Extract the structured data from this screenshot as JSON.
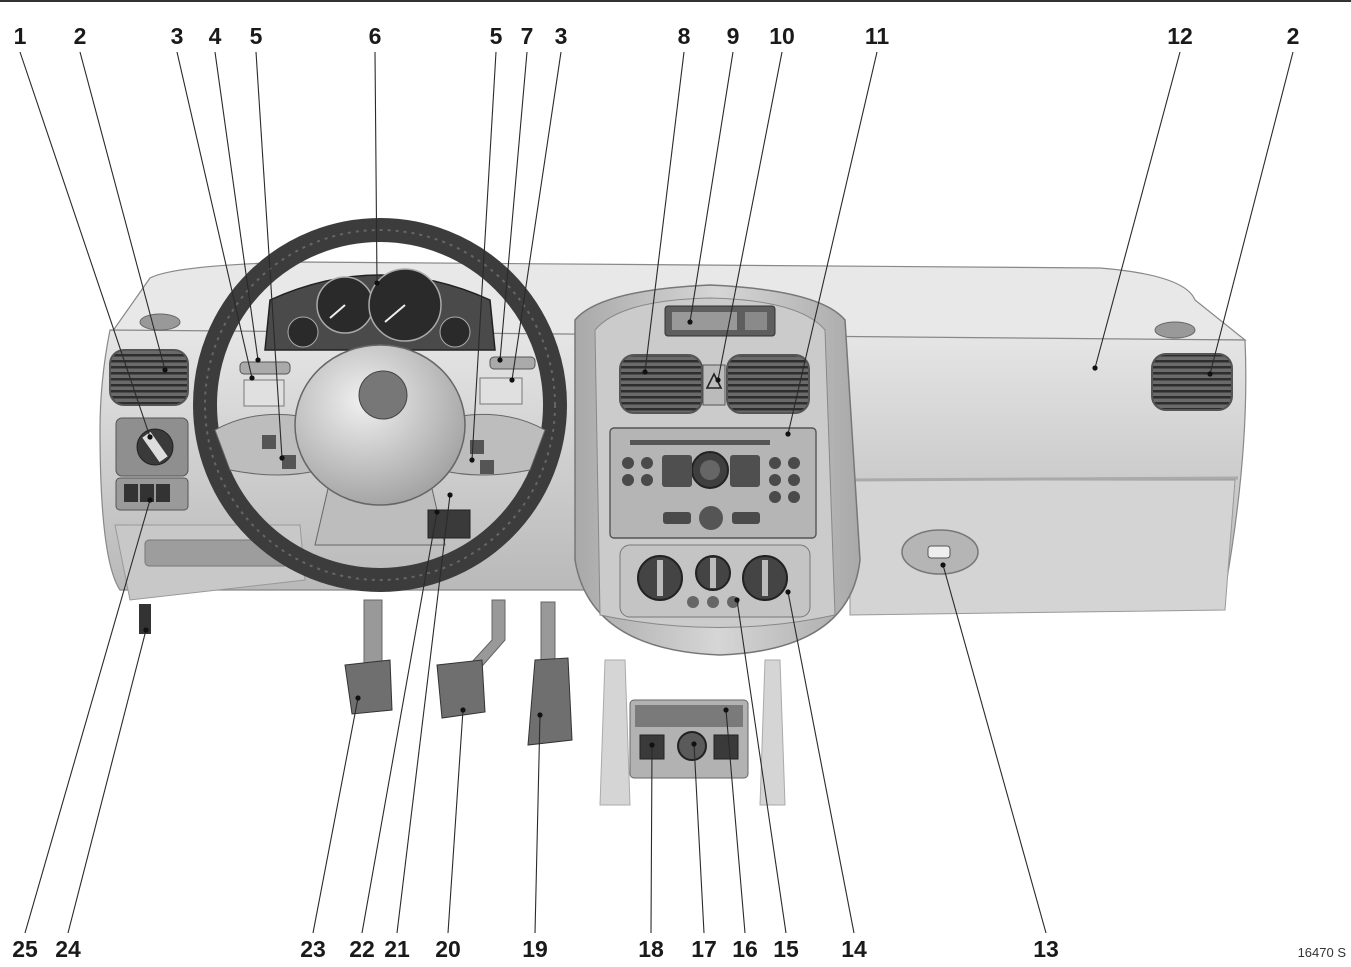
{
  "top_labels": [
    "1",
    "2",
    "3",
    "4",
    "5",
    "6",
    "5",
    "7",
    "3",
    "8",
    "9",
    "10",
    "11",
    "12",
    "2"
  ],
  "bottom_labels": [
    "25",
    "24",
    "23",
    "22",
    "21",
    "20",
    "19",
    "18",
    "17",
    "16",
    "15",
    "14",
    "13"
  ],
  "reference_code": "16470 S",
  "colors": {
    "ink": "#1a1a1a",
    "dash_light": "#d9d9d9",
    "dash_mid": "#bdbdbd",
    "dash_dark": "#8a8a8a",
    "vent": "#5a5a5a"
  }
}
